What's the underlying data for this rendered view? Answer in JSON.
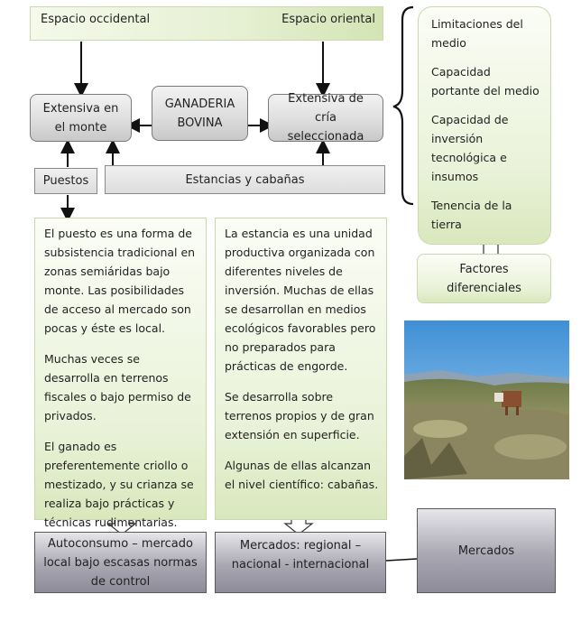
{
  "header": {
    "left": "Espacio occidental",
    "right": "Espacio oriental"
  },
  "nodes": {
    "extensiva_monte": "Extensiva en el monte",
    "ganaderia": "GANADERIA BOVINA",
    "extensiva_cria": "Extensiva  de cría seleccionada",
    "puestos": "Puestos",
    "estancias": "Estancias y cabañas"
  },
  "sidebar": {
    "items": [
      "Limitaciones del medio",
      "Capacidad portante del medio",
      "Capacidad de inversión tecnológica e insumos",
      "Tenencia de la tierra"
    ],
    "factores": "Factores diferenciales"
  },
  "puesto_text": [
    "El puesto es una forma de subsistencia tradicional en zonas semiáridas bajo monte. Las posibilidades de acceso al mercado son pocas y éste es local.",
    "Muchas veces se desarrolla en terrenos fiscales o bajo permiso de privados.",
    "El ganado es preferentemente criollo o mestizado, y su crianza se realiza bajo prácticas y técnicas rudimentarias."
  ],
  "estancia_text": [
    "La estancia es una unidad productiva organizada con diferentes niveles de inversión. Muchas de ellas se desarrollan en medios ecológicos favorables pero no preparados para prácticas de engorde.",
    "Se desarrolla sobre terrenos propios y de gran extensión en superficie.",
    "Algunas de ellas alcanzan el nivel científico: cabañas."
  ],
  "bottom": {
    "autoconsumo": "Autoconsumo – mercado local bajo escasas normas de control",
    "mercados_regional": "Mercados: regional – nacional - internacional",
    "mercados": "Mercados"
  }
}
